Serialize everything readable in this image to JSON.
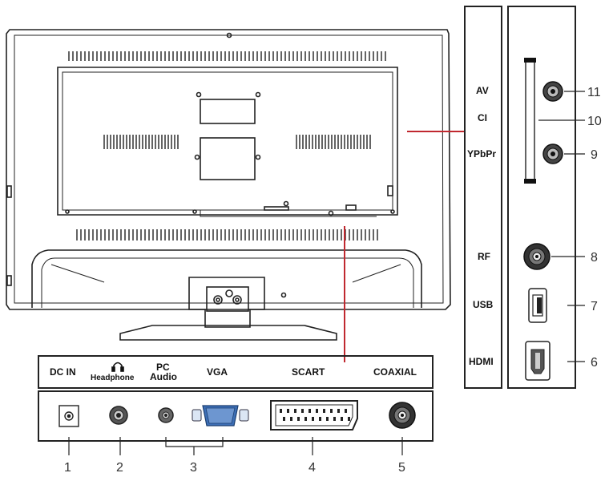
{
  "side_panel": {
    "labels": {
      "av": "AV",
      "ci": "CI",
      "ypbpr": "YPbPr",
      "rf": "RF",
      "usb": "USB",
      "hdmi": "HDMI"
    },
    "numbers": {
      "n11": "11",
      "n10": "10",
      "n9": "9",
      "n8": "8",
      "n7": "7",
      "n6": "6"
    }
  },
  "bottom_panel": {
    "labels": {
      "dc_in": "DC IN",
      "headphone": "Headphone",
      "pc": "PC",
      "audio": "Audio",
      "vga": "VGA",
      "scart": "SCART",
      "coaxial": "COAXIAL"
    },
    "numbers": {
      "n1": "1",
      "n2": "2",
      "n3": "3",
      "n4": "4",
      "n5": "5"
    }
  },
  "colors": {
    "callout_line": "#c0282f",
    "outline": "#222222"
  },
  "icons": {
    "headphone": "headphone-icon"
  }
}
